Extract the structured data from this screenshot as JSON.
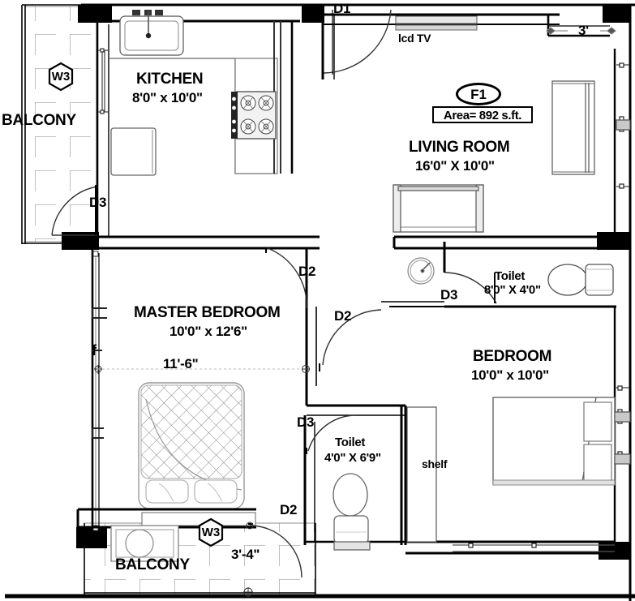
{
  "plan": {
    "type": "residential-floor-plan",
    "unit_badge": "F1",
    "area_label": "Area= 892 s.ft.",
    "rooms": [
      {
        "id": "kitchen",
        "name": "KITCHEN",
        "dimensions": "8'0\" x 10'0\""
      },
      {
        "id": "living-room",
        "name": "LIVING ROOM",
        "dimensions": "16'0\" X 10'0\""
      },
      {
        "id": "master-bedroom",
        "name": "MASTER  BEDROOM",
        "dimensions": "10'0\" x 12'6\""
      },
      {
        "id": "bedroom",
        "name": "BEDROOM",
        "dimensions": "10'0\" x 10'0\""
      },
      {
        "id": "toilet-main",
        "name": "Toilet",
        "dimensions": "8'0\" X 4'0\""
      },
      {
        "id": "toilet-master",
        "name": "Toilet",
        "dimensions": "4'0\" X 6'9\""
      },
      {
        "id": "balcony-left",
        "name": "BALCONY",
        "dimensions": ""
      },
      {
        "id": "balcony-bottom",
        "name": "BALCONY",
        "dimensions": ""
      }
    ],
    "door_tags": [
      {
        "id": "d1-entry",
        "label": "D1"
      },
      {
        "id": "d3-kitchen-balcony",
        "label": "D3"
      },
      {
        "id": "d2-master",
        "label": "D2"
      },
      {
        "id": "d2-bedroom",
        "label": "D2"
      },
      {
        "id": "d3-toilet-main",
        "label": "D3"
      },
      {
        "id": "d3-toilet-master",
        "label": "D3"
      },
      {
        "id": "d2-balcony-bottom",
        "label": "D2"
      }
    ],
    "window_tags": [
      {
        "id": "w3-balcony-left",
        "label": "W3"
      },
      {
        "id": "w3-balcony-bottom",
        "label": "W3"
      }
    ],
    "dimension_notes": [
      {
        "id": "dim-living-top",
        "label": "3'"
      },
      {
        "id": "dim-master-width",
        "label": "11'-6\""
      },
      {
        "id": "dim-balcony-door",
        "label": "3'-4\""
      },
      {
        "id": "dim-master-left",
        "label": "f"
      }
    ],
    "furniture_labels": [
      {
        "id": "lcd-tv",
        "label": "lcd TV"
      },
      {
        "id": "shelf",
        "label": "shelf"
      }
    ],
    "colors": {
      "wall": "#000000",
      "background": "#ffffff",
      "furniture_line": "#555555",
      "tile_grid": "#aaaaaa"
    }
  }
}
